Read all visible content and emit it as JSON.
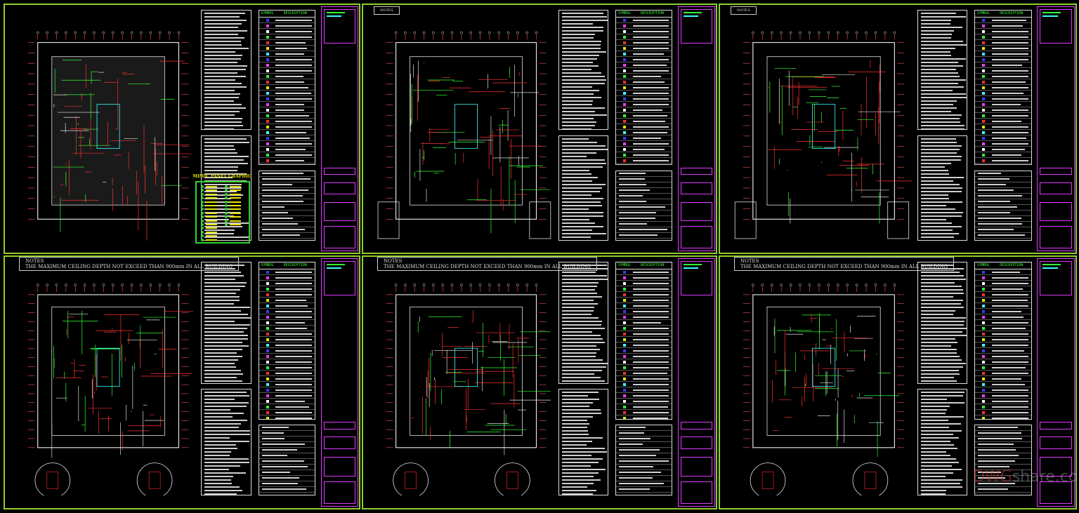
{
  "sheets": [
    {
      "id": "sheet-1",
      "notes_title": "",
      "notes_text": "",
      "has_mimic": true
    },
    {
      "id": "sheet-2",
      "notes_title": "NOTES",
      "notes_text": "",
      "has_mimic": false
    },
    {
      "id": "sheet-3",
      "notes_title": "NOTES",
      "notes_text": "",
      "has_mimic": false
    },
    {
      "id": "sheet-4",
      "notes_title": "NOTES",
      "notes_text": "THE MAXIMUM CEILING DEPTH NOT EXCEED THAN 900mm IN ALL BUILDING",
      "has_mimic": false
    },
    {
      "id": "sheet-5",
      "notes_title": "NOTES",
      "notes_text": "THE MAXIMUM CEILING DEPTH NOT EXCEED THAN 900mm IN ALL BUILDING",
      "has_mimic": false
    },
    {
      "id": "sheet-6",
      "notes_title": "NOTES",
      "notes_text": "THE MAXIMUM CEILING DEPTH NOT EXCEED THAN 900mm IN ALL BUILDING",
      "has_mimic": false
    }
  ],
  "legend": {
    "symbol_header": "SYMBOL",
    "description_header": "DESCRIPTION"
  },
  "mimic_panel": {
    "title": "MIMIC PANEL GRAPHIC"
  },
  "watermark": {
    "brand": "DWG",
    "rest": "share.com"
  },
  "colors": {
    "sheet_border": "#8fcf2a",
    "title_block": "#e03cff",
    "wiring_red": "#ff3030",
    "wiring_green": "#30ff30",
    "walls": "#e0e0e0",
    "legend_header": "#3cff3c"
  }
}
